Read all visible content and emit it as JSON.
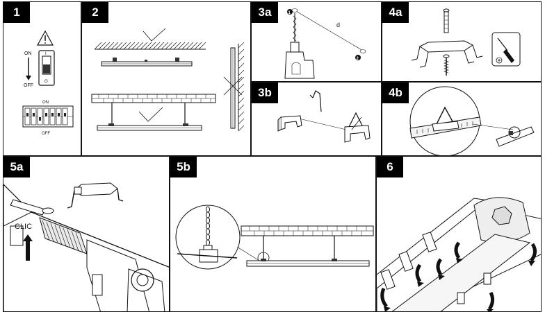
{
  "panels": [
    {
      "step": "1"
    },
    {
      "step": "2"
    },
    {
      "step": "3a"
    },
    {
      "step": "3b"
    },
    {
      "step": "4a"
    },
    {
      "step": "4b"
    },
    {
      "step": "5a"
    },
    {
      "step": "5b"
    },
    {
      "step": "6"
    }
  ],
  "switch": {
    "on_label": "ON",
    "off_label": "OFF",
    "io_on": "I",
    "io_off": "O",
    "breaker_on": "ON",
    "breaker_off": "OFF"
  },
  "drill": {
    "hole_1": "1",
    "hole_2": "2",
    "distance": "d"
  },
  "click": {
    "text": "CLIC"
  }
}
